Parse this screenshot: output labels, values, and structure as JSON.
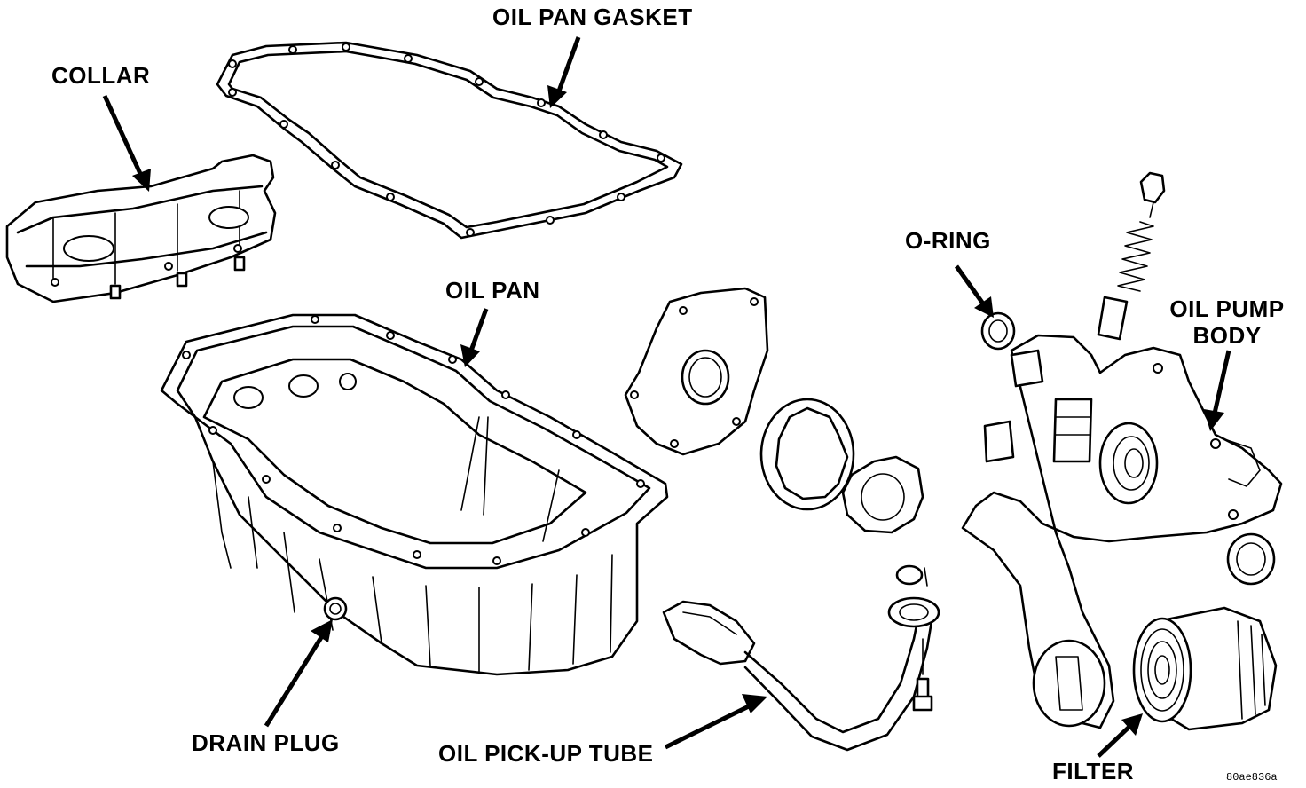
{
  "labels": {
    "oil_pan_gasket": "OIL PAN GASKET",
    "collar": "COLLAR",
    "oil_pan": "OIL PAN",
    "o_ring": "O-RING",
    "oil_pump_body_line1": "OIL PUMP",
    "oil_pump_body_line2": "BODY",
    "drain_plug": "DRAIN PLUG",
    "oil_pick_up_tube": "OIL PICK-UP TUBE",
    "filter": "FILTER"
  },
  "figure_code": "80ae836a"
}
